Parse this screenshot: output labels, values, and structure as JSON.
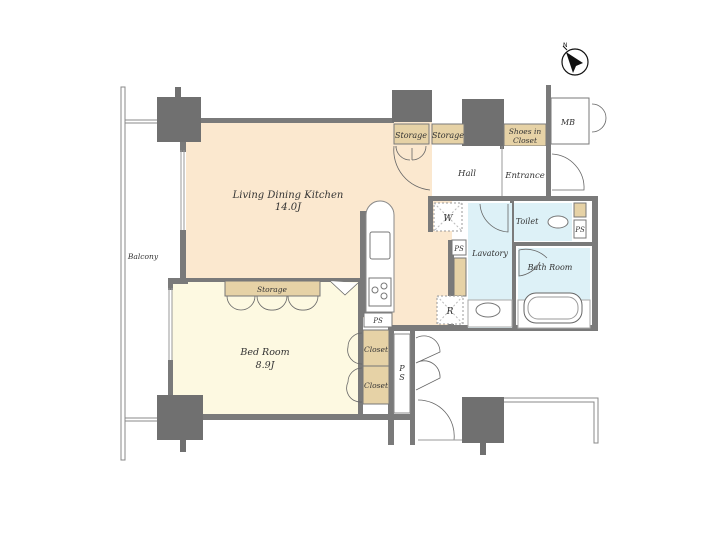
{
  "plan": {
    "colors": {
      "wall": "#7a7a7a",
      "ldk": "#fbe8cf",
      "bedroom": "#fdf9e1",
      "storage": "#e6d2a6",
      "wet": "#ddf1f7",
      "plain": "#ffffff",
      "line": "#555555"
    },
    "rooms": {
      "ldk": {
        "name": "Living Dining Kitchen",
        "area": "14.0J"
      },
      "bedroom": {
        "name": "Bed Room",
        "area": "8.9J"
      },
      "balcony": {
        "name": "Balcony"
      },
      "hall": {
        "name": "Hall"
      },
      "entrance": {
        "name": "Entrance"
      },
      "lavatory": {
        "name": "Lavatory"
      },
      "bathroom": {
        "name": "Bath Room"
      },
      "toilet": {
        "name": "Toilet"
      },
      "mb": {
        "name": "MB"
      }
    },
    "storage": {
      "top1": "Storage",
      "top2": "Storage",
      "shoes_line1": "Shoes in",
      "shoes_line2": "Closet",
      "bed_storage": "Storage",
      "closet1": "Closet",
      "closet2": "Closet"
    },
    "fixtures": {
      "washer": "W",
      "fridge": "R",
      "ps_kitchen": "PS",
      "ps_lavatory": "PS",
      "ps_toilet": "PS",
      "ps_vertical_1": "P",
      "ps_vertical_2": "S"
    },
    "compass": {
      "label": "N"
    }
  }
}
